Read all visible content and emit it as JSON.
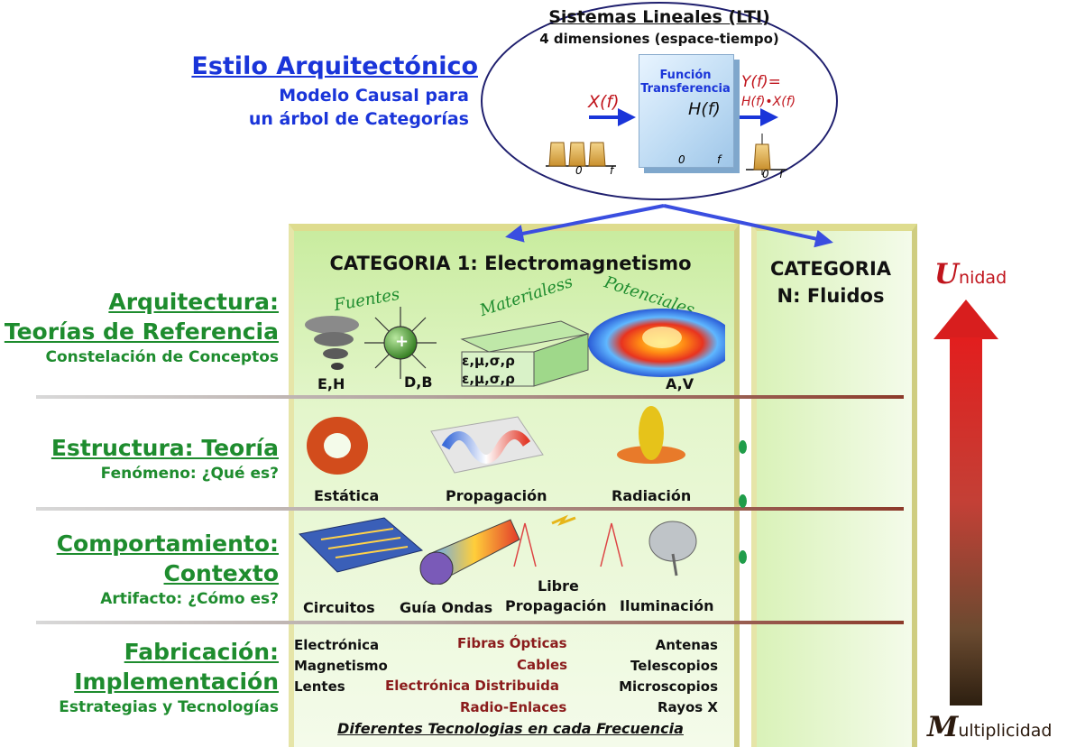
{
  "architecture_style": {
    "title": "Estilo Arquitectónico",
    "subtitle_line1": "Modelo Causal para",
    "subtitle_line2": "un árbol de Categorías"
  },
  "lti": {
    "title": "Sistemas Lineales (LTI)",
    "subtitle": "4 dimensiones (espace-tiempo)",
    "transfer_line1": "Función",
    "transfer_line2": "Transferencia",
    "input": "X(f)",
    "output_line1": "Y(f)=",
    "output_line2": "H(f)•X(f)",
    "system": "H(f)",
    "zero": "0",
    "axis_f": "f"
  },
  "categories": {
    "cat1_title": "CATEGORIA 1: Electromagnetismo",
    "catN_line1": "CATEGORIA",
    "catN_line2": "N: Fluidos"
  },
  "rows": {
    "arquitectura": {
      "title_line1": "Arquitectura:",
      "title_line2": "Teorías de Referencia",
      "sub": "Constelación de Conceptos",
      "script_fuentes": "Fuentes",
      "script_materiales": "Materialess",
      "script_potenciales": "Potenciales",
      "cap_eh": "E,H",
      "cap_db": "D,B",
      "cap_av": "A,V",
      "mat1": "ε,μ,σ,ρ",
      "mat2": "ε,μ,σ,ρ",
      "plus": "+"
    },
    "estructura": {
      "title": "Estructura: Teoría",
      "sub": "Fenómeno: ¿Qué es?",
      "cap_estatica": "Estática",
      "cap_propagacion": "Propagación",
      "cap_radiacion": "Radiación"
    },
    "comportamiento": {
      "title_line1": "Comportamiento:",
      "title_line2": "Contexto",
      "sub": "Artifacto: ¿Cómo es?",
      "cap_circuitos": "Circuitos",
      "cap_guia": "Guía Ondas",
      "cap_libre1": "Libre",
      "cap_libre2": "Propagación",
      "cap_iluminacion": "Iluminación"
    },
    "fabricacion": {
      "title_line1": "Fabricación:",
      "title_line2": "Implementación",
      "sub": "Estrategias y Tecnologías",
      "col_left": [
        "Electrónica",
        "Magnetismo",
        "Lentes"
      ],
      "col_mid": [
        "Fibras Ópticas",
        "Cables",
        "Electrónica Distribuida",
        "Radio-Enlaces"
      ],
      "col_right": [
        "Antenas",
        "Telescopios",
        "Microscopios",
        "Rayos X"
      ],
      "footer": "Diferentes Tecnologias en cada Frecuencia"
    }
  },
  "scale": {
    "top_initial": "U",
    "top_rest": "nidad",
    "bottom_initial": "M",
    "bottom_rest": "ultiplicidad"
  },
  "colors": {
    "blue": "#1a35d9",
    "green": "#1e8c2e",
    "red": "#c0141c",
    "dark_red": "#8b1c1c"
  }
}
